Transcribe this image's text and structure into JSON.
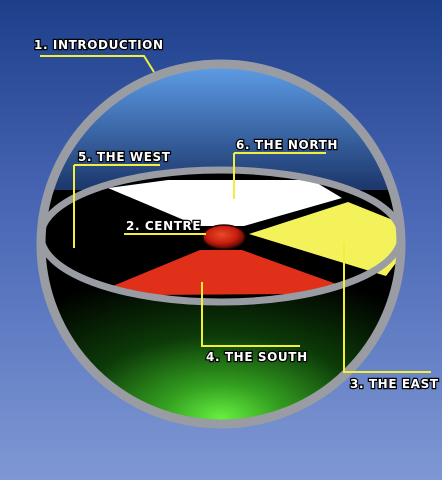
{
  "labels": {
    "introduction": "1. INTRODUCTION",
    "centre": "2. CENTRE",
    "east": "3. THE EAST",
    "south": "4. THE SOUTH",
    "west": "5. THE WEST",
    "north": "6. THE NORTH"
  },
  "colors": {
    "background_top": "#1d3f8a",
    "background_bottom": "#7f98d4",
    "rim": "#9a9ca3",
    "north": "#ffffff",
    "east": "#f4f25a",
    "south": "#e0301a",
    "west": "#000000",
    "centre": "#c81e0e",
    "ground_glow": "#66f040",
    "sky": "#5f9ee8",
    "leader_line": "#f2ee3a"
  }
}
